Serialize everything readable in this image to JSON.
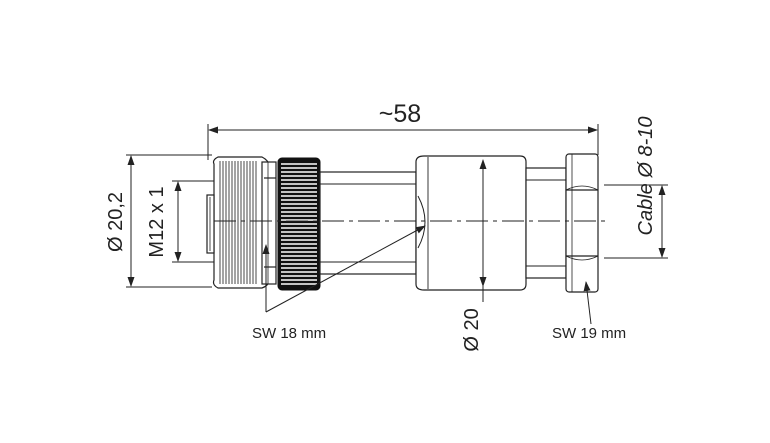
{
  "dimensions": {
    "overall_length": "~58",
    "cable_range": "Cable Ø 8-10",
    "outer_diameter": "Ø 20,2",
    "thread": "M12 x 1",
    "body_diameter": "Ø 20",
    "wrench_size_1": "SW 18 mm",
    "wrench_size_2": "SW 19 mm"
  },
  "colors": {
    "line": "#222222",
    "knurl": "#111111",
    "background": "#ffffff"
  }
}
